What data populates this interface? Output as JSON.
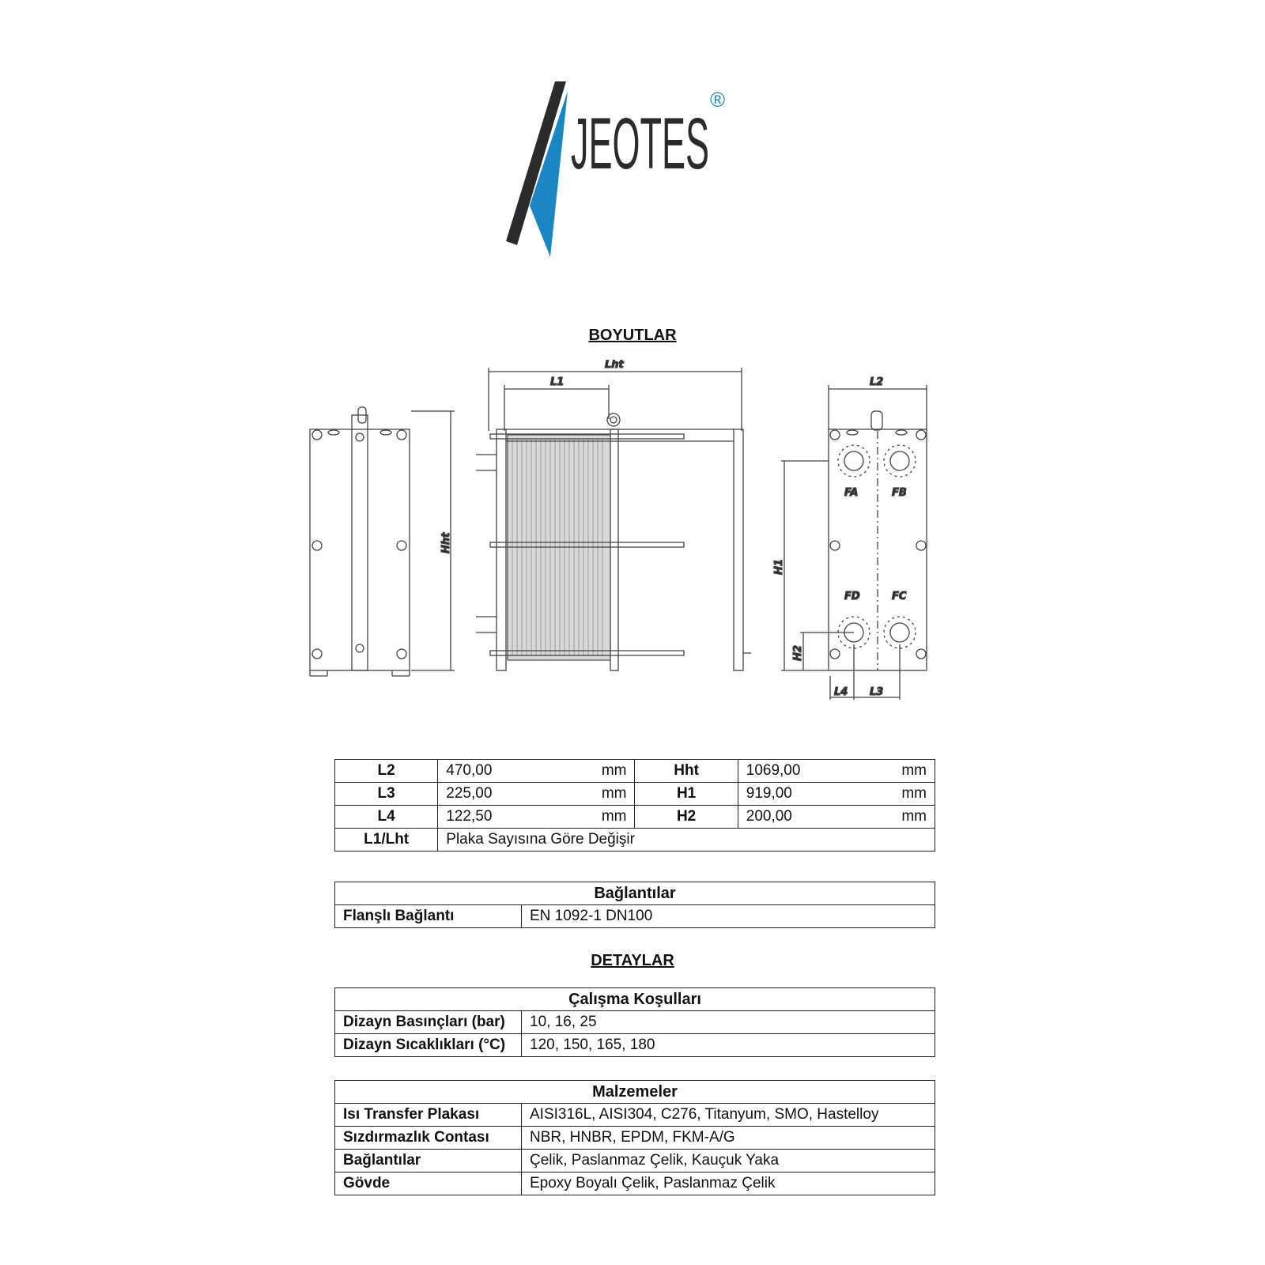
{
  "logo": {
    "brand": "JEOTES",
    "mark": "®",
    "colors": {
      "dark": "#2b2b2b",
      "blue": "#1a86c4"
    }
  },
  "sections": {
    "dimensions": "BOYUTLAR",
    "details": "DETAYLAR"
  },
  "drawing_labels": {
    "lht": "Lht",
    "l1": "L1",
    "l2": "L2",
    "hht": "Hht",
    "h1": "H1",
    "h2": "H2",
    "l3": "L3",
    "l4": "L4",
    "fa": "FA",
    "fb": "FB",
    "fc": "FC",
    "fd": "FD"
  },
  "dimensions_table": {
    "rows": [
      {
        "k1": "L2",
        "v1": "470,00",
        "u1": "mm",
        "k2": "Hht",
        "v2": "1069,00",
        "u2": "mm"
      },
      {
        "k1": "L3",
        "v1": "225,00",
        "u1": "mm",
        "k2": "H1",
        "v2": "919,00",
        "u2": "mm"
      },
      {
        "k1": "L4",
        "v1": "122,50",
        "u1": "mm",
        "k2": "H2",
        "v2": "200,00",
        "u2": "mm"
      }
    ],
    "last": {
      "k": "L1/Lht",
      "v": "Plaka Sayısına Göre Değişir"
    }
  },
  "connections": {
    "title": "Bağlantılar",
    "rows": [
      {
        "k": "Flanşlı Bağlantı",
        "v": "EN 1092-1 DN100"
      }
    ]
  },
  "operating": {
    "title": "Çalışma Koşulları",
    "rows": [
      {
        "k": "Dizayn Basınçları (bar)",
        "v": "10, 16, 25"
      },
      {
        "k": "Dizayn Sıcaklıkları (°C)",
        "v": "120, 150, 165, 180"
      }
    ]
  },
  "materials": {
    "title": "Malzemeler",
    "rows": [
      {
        "k": "Isı Transfer Plakası",
        "v": "AISI316L, AISI304, C276, Titanyum, SMO, Hastelloy"
      },
      {
        "k": "Sızdırmazlık Contası",
        "v": "NBR, HNBR, EPDM, FKM-A/G"
      },
      {
        "k": "Bağlantılar",
        "v": "Çelik, Paslanmaz Çelik, Kauçuk Yaka"
      },
      {
        "k": "Gövde",
        "v": "Epoxy Boyalı Çelik, Paslanmaz Çelik"
      }
    ]
  }
}
